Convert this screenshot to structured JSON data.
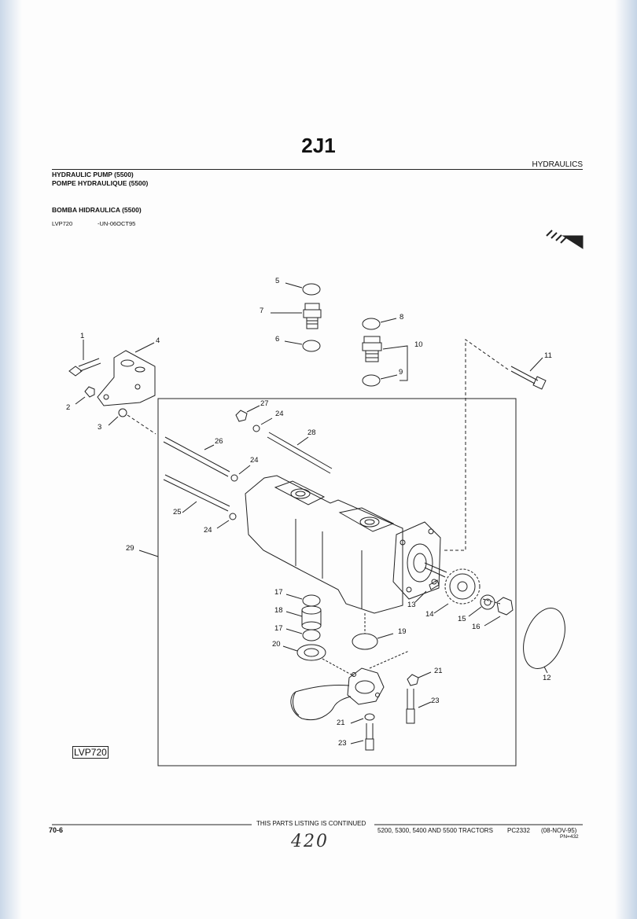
{
  "header": {
    "section_code": "2J1",
    "category": "HYDRAULICS",
    "title_en": "HYDRAULIC PUMP (5500)",
    "title_fr": "POMPE HYDRAULIQUE (5500)",
    "title_es": "BOMBA HIDRAULICA (5500)",
    "ref_code": "LVP720",
    "ref_date": "-UN-06OCT95"
  },
  "diagram": {
    "image_label": "LVP720",
    "callouts": [
      "1",
      "2",
      "3",
      "4",
      "5",
      "6",
      "7",
      "8",
      "9",
      "10",
      "11",
      "12",
      "13",
      "14",
      "15",
      "16",
      "17",
      "17",
      "18",
      "19",
      "20",
      "21",
      "21",
      "23",
      "23",
      "24",
      "24",
      "24",
      "25",
      "26",
      "27",
      "28",
      "29"
    ]
  },
  "footer": {
    "page_number": "70-6",
    "continued": "THIS PARTS LISTING IS CONTINUED",
    "models": "5200, 5300, 5400 AND 5500 TRACTORS",
    "catalog": "PC2332",
    "date": "(08-NOV-95)",
    "pn": "PN=432",
    "handwritten": "420"
  }
}
